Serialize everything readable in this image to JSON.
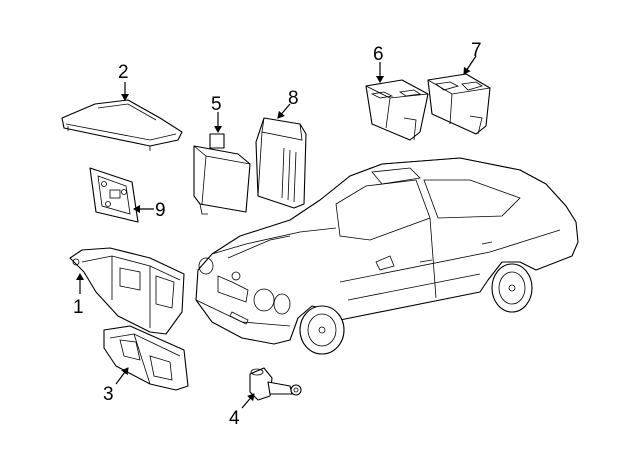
{
  "callouts": [
    {
      "id": "1",
      "text": "1"
    },
    {
      "id": "2",
      "text": "2"
    },
    {
      "id": "3",
      "text": "3"
    },
    {
      "id": "4",
      "text": "4"
    },
    {
      "id": "5",
      "text": "5"
    },
    {
      "id": "6",
      "text": "6"
    },
    {
      "id": "7",
      "text": "7"
    },
    {
      "id": "8",
      "text": "8"
    },
    {
      "id": "9",
      "text": "9"
    }
  ],
  "colors": {
    "line": "#000000",
    "background": "#ffffff"
  }
}
